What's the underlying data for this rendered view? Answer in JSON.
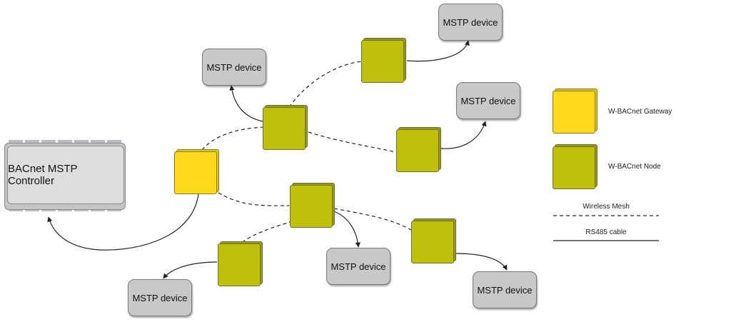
{
  "controller": {
    "label": "BACnet MSTP Controller"
  },
  "devices": [
    {
      "id": "d1",
      "label": "MSTP device"
    },
    {
      "id": "d2",
      "label": "MSTP device"
    },
    {
      "id": "d3",
      "label": "MSTP device"
    },
    {
      "id": "d4",
      "label": "MSTP device"
    },
    {
      "id": "d5",
      "label": "MSTP device"
    },
    {
      "id": "d6",
      "label": "MSTP device"
    }
  ],
  "gateway": {
    "type": "W-BACnet Gateway"
  },
  "nodes": [
    {
      "id": "n1",
      "type": "W-BACnet Node"
    },
    {
      "id": "n2",
      "type": "W-BACnet Node"
    },
    {
      "id": "n3",
      "type": "W-BACnet Node"
    },
    {
      "id": "n4",
      "type": "W-BACnet Node"
    },
    {
      "id": "n5",
      "type": "W-BACnet Node"
    },
    {
      "id": "n6",
      "type": "W-BACnet Node"
    }
  ],
  "legend": {
    "gateway_label": "W-BACnet Gateway",
    "node_label": "W-BACnet Node",
    "wireless_label": "Wireless Mesh",
    "cable_label": "RS485 cable"
  },
  "colors": {
    "gateway": "#fdd91c",
    "node": "#bec00c",
    "device": "#c8c8c8",
    "controller": "#dedede"
  }
}
